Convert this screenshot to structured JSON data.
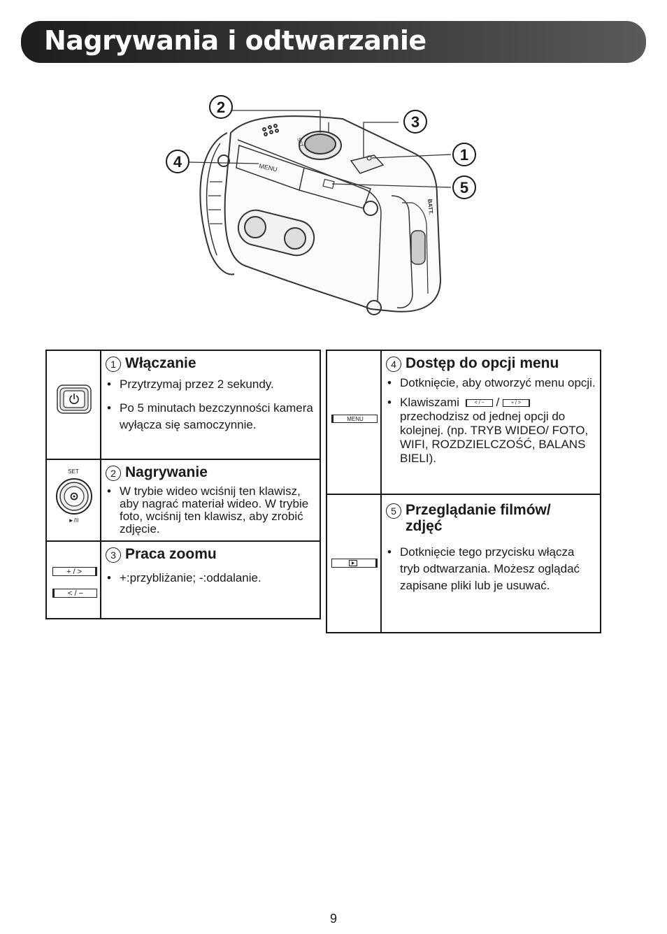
{
  "title": "Nagrywania i odtwarzanie",
  "page_number": "9",
  "figure": {
    "callouts": [
      "1",
      "2",
      "3",
      "4",
      "5"
    ],
    "menu_label": "MENU",
    "set_label": "SET",
    "batt_label": "BATT."
  },
  "left_table": [
    {
      "num": "1",
      "title": "Włączanie",
      "icon": "power-button-icon",
      "bullets": [
        "Przytrzymaj przez 2 sekundy.",
        "Po 5 minutach bezczynności kamera wyłącza się samoczynnie."
      ]
    },
    {
      "num": "2",
      "title": "Nagrywanie",
      "icon": "set-button-icon",
      "icon_top": "SET",
      "icon_bottom": "►/II",
      "bullets": [
        "W trybie wideo wciśnij ten klawisz, aby nagrać materiał wideo. W trybie foto, wciśnij ten klawisz, aby zrobić zdjęcie."
      ]
    },
    {
      "num": "3",
      "title": "Praca zoomu",
      "icon": "zoom-buttons-icon",
      "zoom_in": "+ / >",
      "zoom_out": "< / −",
      "bullets": [
        "+:przybliżanie; -:oddalanie."
      ]
    }
  ],
  "right_table": [
    {
      "num": "4",
      "title": "Dostęp do opcji menu",
      "icon": "menu-button-icon",
      "icon_label": "MENU",
      "b1": "Dotknięcie, aby otworzyć menu opcji.",
      "b2_before": "Klawiszami",
      "b2_key1": "< / −",
      "b2_sep": "/",
      "b2_key2": "+ / >",
      "b2_after": "przechodzisz od jednej opcji do kolejnej. (np. TRYB WIDEO/ FOTO, WIFI, ROZDZIELCZOŚĆ, BALANS BIELI)."
    },
    {
      "num": "5",
      "title": "Przeglądanie filmów/ zdjęć",
      "icon": "play-button-icon",
      "bullets": [
        "Dotknięcie tego przycisku włącza tryb odtwarzania. Możesz oglądać zapisane pliki lub je usuwać."
      ]
    }
  ]
}
